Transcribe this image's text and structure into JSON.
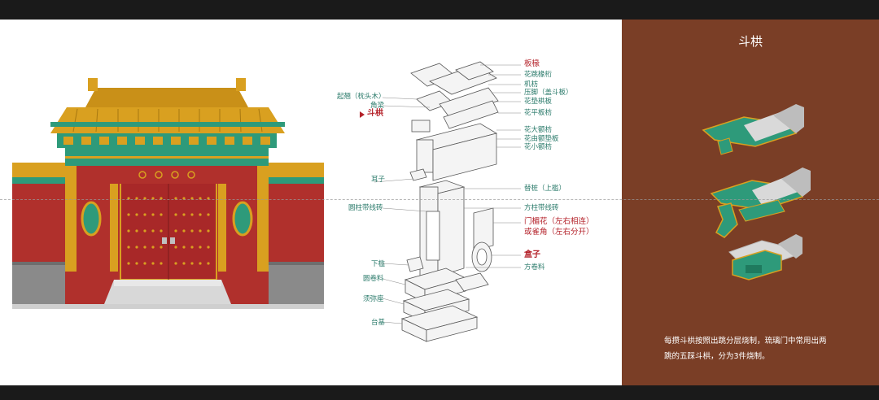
{
  "panel": {
    "title": "斗栱",
    "caption_line1": "每攒斗栱按照出跳分层烧制，琉璃门中常用出两",
    "caption_line2": "跳的五踩斗栱，分为3件烧制。"
  },
  "labels_left": {
    "qiqiao": "起翘（枕头木）",
    "jiaoliang": "角梁",
    "dougong": "斗栱",
    "erzi": "耳子",
    "yuanzhu": "圆柱带线砖",
    "xiajian": "下槛",
    "yuanjuanliao": "圆卷料",
    "xumizuo": "须弥座",
    "taiji": "台基"
  },
  "labels_right": {
    "banlu": "板椽",
    "huazhuan": "花跳椽桁",
    "jifang": "机枋",
    "yajiao": "压脚（盖斗板）",
    "huadian": "花垫栱板",
    "huaping": "花平板枋",
    "huada": "花大额枋",
    "huayou": "花由额垫板",
    "huaxiao": "花小额枋",
    "titan": "替桩（上槛）",
    "fangzhu": "方柱带线砖",
    "menzan": "门楣花（左右相连）",
    "quejiao": "或雀角（左右分开）",
    "hezi": "盒子",
    "fangjuanliao": "方卷料"
  },
  "colors": {
    "accent_red": "#b4222a",
    "label_green": "#2a7a6a",
    "panel_brown": "#7a3e26",
    "glaze_yellow": "#d9a020",
    "glaze_green": "#2e9a7a",
    "wall_red": "#b0302c"
  }
}
